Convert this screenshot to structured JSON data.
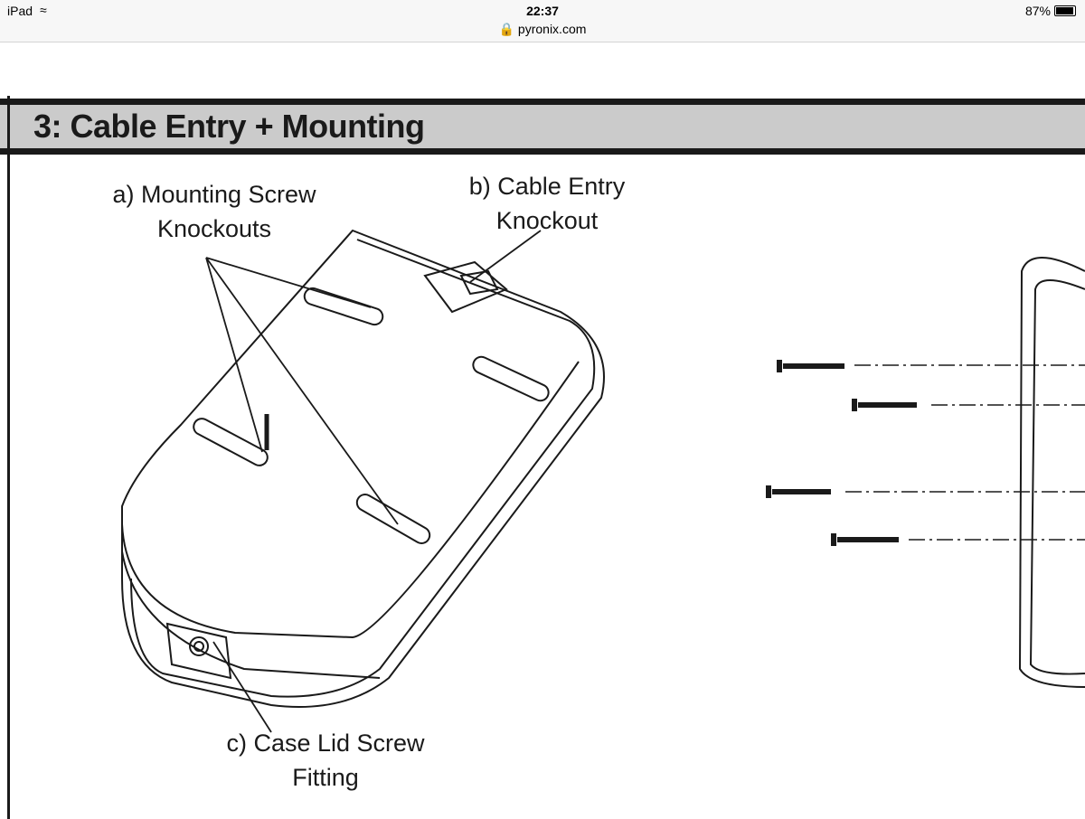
{
  "status_bar": {
    "carrier": "iPad",
    "time": "22:37",
    "battery": "87%",
    "battery_level": 0.87,
    "url": "pyronix.com"
  },
  "section": {
    "title": "3: Cable Entry + Mounting"
  },
  "labels": {
    "a_line1": "a) Mounting Screw",
    "a_line2": "Knockouts",
    "b_line1": "b) Cable Entry",
    "b_line2": "Knockout",
    "c_line1": "c) Case Lid Screw",
    "c_line2": "Fitting"
  }
}
